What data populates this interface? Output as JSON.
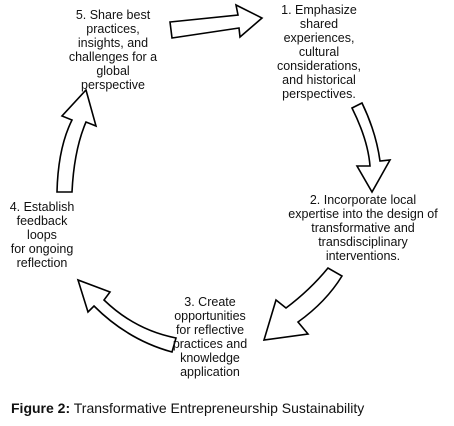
{
  "steps": [
    {
      "text": "1. Emphasize\nshared\nexperiences,\ncultural\nconsiderations,\nand historical\nperspectives."
    },
    {
      "text": "2. Incorporate local\nexpertise into the design of\ntransformative and\ntransdisciplinary\ninterventions."
    },
    {
      "text": "3. Create\nopportunities\nfor reflective\npractices and\nknowledge\napplication"
    },
    {
      "text": "4. Establish\nfeedback loops\nfor ongoing\nreflection"
    },
    {
      "text": "5. Share best\npractices,\ninsights, and\nchallenges for a\nglobal\nperspective"
    }
  ],
  "caption": {
    "label": "Figure 2:",
    "text": " Transformative Entrepreneurship Sustainability"
  },
  "colors": {
    "arrow_stroke": "#000000",
    "arrow_fill": "#ffffff",
    "text": "#111111"
  }
}
